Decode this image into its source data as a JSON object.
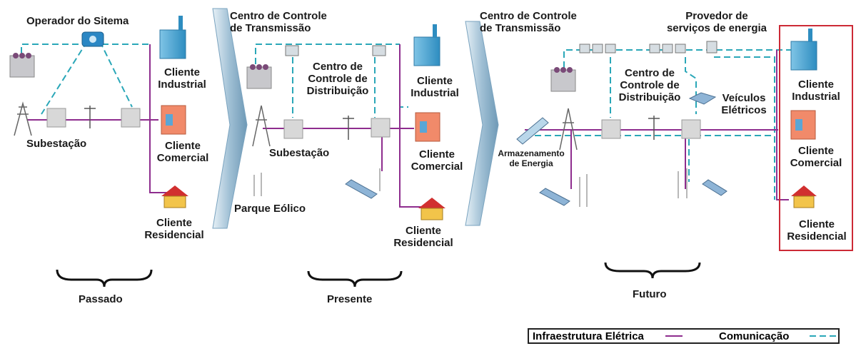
{
  "past": {
    "operator": "Operador do Sitema",
    "substation": "Subestação",
    "industrial": [
      "Cliente",
      "Industrial"
    ],
    "commercial": [
      "Cliente",
      "Comercial"
    ],
    "residential": [
      "Cliente",
      "Residencial"
    ],
    "era": "Passado"
  },
  "present": {
    "control_center": [
      "Centro de Controle",
      "de Transmissão"
    ],
    "distribution": [
      "Centro de",
      "Controle de",
      "Distribuição"
    ],
    "substation": "Subestação",
    "wind_farm": "Parque Eólico",
    "industrial": [
      "Cliente",
      "Industrial"
    ],
    "commercial": [
      "Cliente",
      "Comercial"
    ],
    "residential": [
      "Cliente",
      "Residencial"
    ],
    "era": "Presente"
  },
  "future": {
    "control_center": [
      "Centro de Controle",
      "de Transmissão"
    ],
    "provider": [
      "Provedor de",
      "serviços de energia"
    ],
    "distribution": [
      "Centro de",
      "Controle de",
      "Distribuição"
    ],
    "ev": [
      "Veículos",
      "Elétricos"
    ],
    "storage": [
      "Armazenamento",
      "de Energia"
    ],
    "industrial": [
      "Cliente",
      "Industrial"
    ],
    "commercial": [
      "Cliente",
      "Comercial"
    ],
    "residential": [
      "Cliente",
      "Residencial"
    ],
    "era": "Futuro"
  },
  "legend": {
    "electric": "Infraestrutura Elétrica",
    "communication": "Comunicação"
  },
  "colors": {
    "electric_line": "#8e2d8e",
    "communication_line": "#2aa7b8",
    "highlight_box": "#cc2a36"
  }
}
